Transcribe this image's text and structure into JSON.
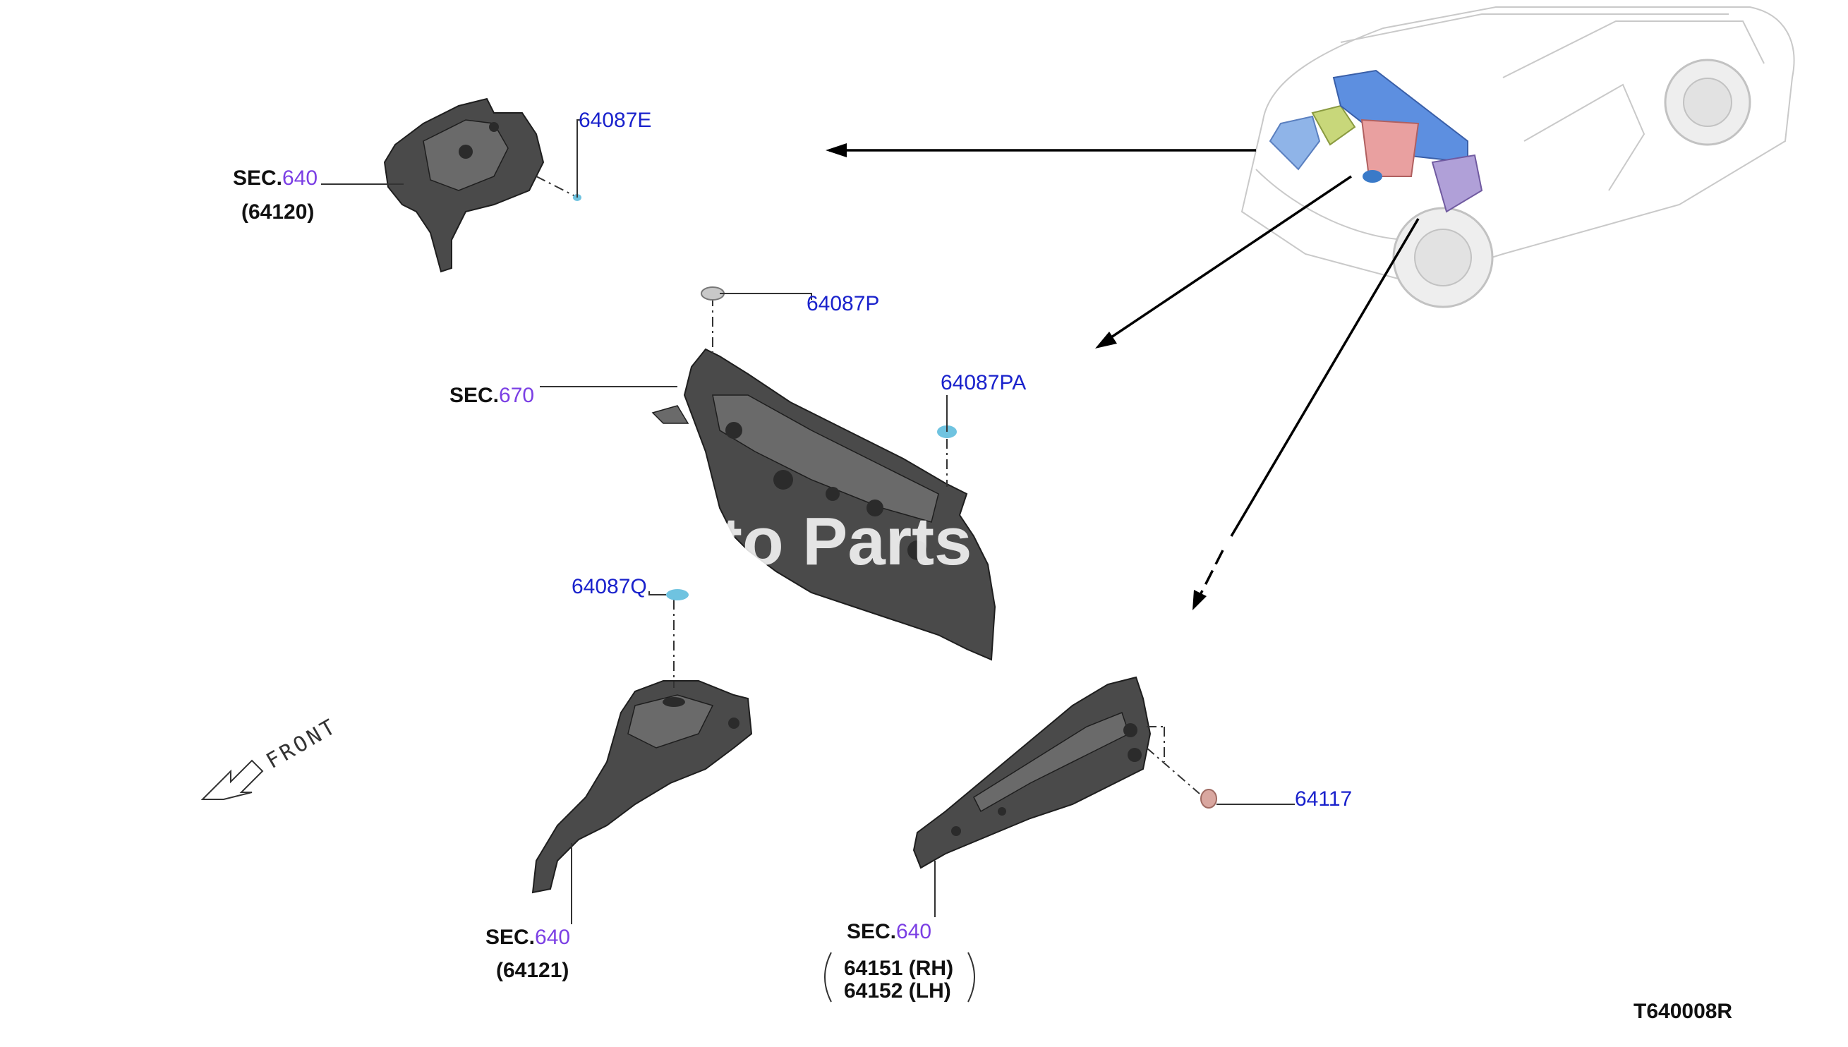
{
  "sections": {
    "top_left": {
      "sec_prefix": "SEC.",
      "sec_ref": "640",
      "part_code": "(64120)"
    },
    "middle": {
      "sec_prefix": "SEC.",
      "sec_ref": "670"
    },
    "bottom_left": {
      "sec_prefix": "SEC.",
      "sec_ref": "640",
      "part_code": "(64121)"
    },
    "bottom_right": {
      "sec_prefix": "SEC.",
      "sec_ref": "640",
      "part_code_rh": "64151 (RH)",
      "part_code_lh": "64152 (LH)"
    }
  },
  "part_numbers": {
    "p64087E": "64087E",
    "p64087P": "64087P",
    "p64087PA": "64087PA",
    "p64087Q": "64087Q",
    "p64117": "64117"
  },
  "front_label": "FRONT",
  "diagram_code": "T640008R",
  "watermark": "to Parts",
  "colors": {
    "reference_link": "#7b3fe4",
    "part_number": "#1a22cc",
    "clip_blue": "#6fc3e0",
    "clip_pink": "#d9a7a0",
    "clip_grey": "#c8c8c8"
  }
}
